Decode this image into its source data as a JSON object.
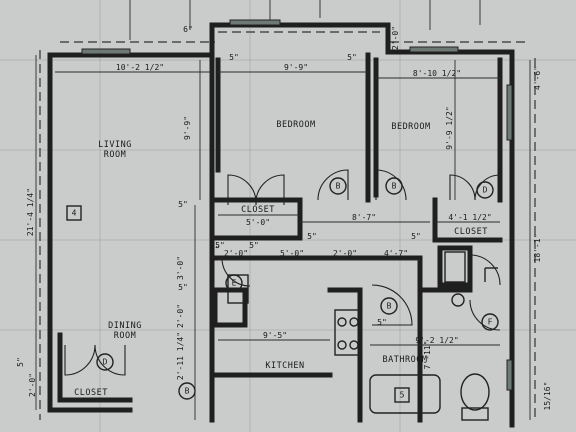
{
  "rooms": {
    "living_room": [
      "LIVING",
      "ROOM"
    ],
    "bedroom1": "BEDROOM",
    "bedroom2": "BEDROOM",
    "closet_left": "CLOSET",
    "closet_right": "CLOSET",
    "closet_bottom": "CLOSET",
    "dining_room": [
      "DINING",
      "ROOM"
    ],
    "kitchen": "KITCHEN",
    "bathroom": "BATHROOM"
  },
  "dimensions": {
    "living_width": "10'-2 1/2\"",
    "bed1_width": "9'-9\"",
    "bed2_width": "8'-10 1/2\"",
    "top_small_6": "6\"",
    "top_small_2_0": "2'-0\"",
    "five_a": "5\"",
    "five_b": "5\"",
    "right_4_6": "4'-6\"",
    "bed1_height": "9'-9\"",
    "bed2_height": "9'-9 1/2\"",
    "left_total": "21'-4 1/4\"",
    "right_total": "18'-1\"",
    "closet1_width": "5'-0\"",
    "bed_gap": "8'-7\"",
    "closet2_width": "4'-1 1/2\"",
    "five_c": "5\"",
    "five_d": "5\"",
    "five_e": "5\"",
    "five_f": "5\"",
    "row_2_0_a": "2'-0\"",
    "row_5_0": "5'-0\"",
    "row_2_0_b": "2'-0\"",
    "row_4_7": "4'-7\"",
    "three_0": "3'-0\"",
    "two_0_v": "2'-0\"",
    "kitchen_width": "9'-5\"",
    "bath_width": "9'-2 1/2\"",
    "kitchen_height": "2'-11 1/4\"",
    "seven_11": "7'-11\"",
    "five_g": "5\"",
    "five_h": "5\"",
    "five_i": "5\"",
    "five_j": "5\"",
    "left_5": "5\"",
    "left_2_0": "2'-0\"",
    "five_16": "15/16\""
  },
  "symbols": {
    "b": "B",
    "d": "D",
    "e": "E",
    "f": "F",
    "four": "4",
    "five": "5"
  }
}
